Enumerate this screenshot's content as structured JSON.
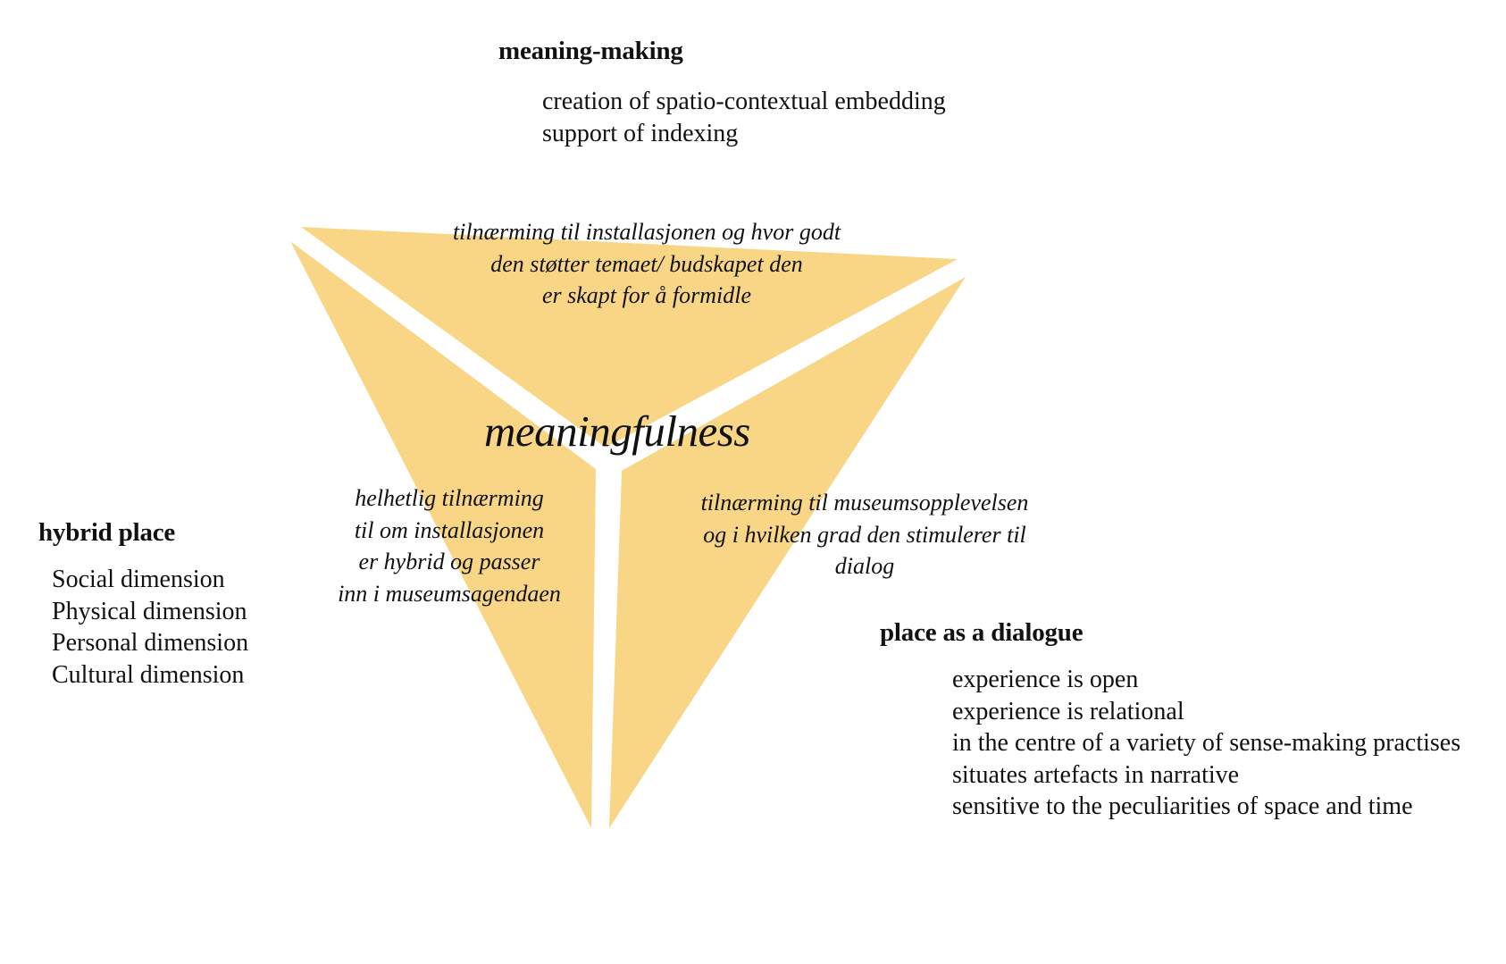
{
  "meaning_making": {
    "heading": "meaning-making",
    "items": [
      "creation of spatio-contextual embedding",
      "support of indexing"
    ]
  },
  "hybrid_place": {
    "heading": "hybrid place",
    "items": [
      "Social dimension",
      "Physical dimension",
      "Personal dimension",
      "Cultural dimension"
    ]
  },
  "place_as_dialogue": {
    "heading": "place as a dialogue",
    "items": [
      "experience is open",
      "experience is relational",
      "in the centre of a variety of sense-making practises",
      "situates artefacts in narrative",
      "sensitive to the peculiarities of space and time"
    ]
  },
  "triangle": {
    "center_label": "meaningfulness",
    "color": "#f8d686",
    "top_segment_lines": [
      "tilnærming til installasjonen og hvor godt",
      "den støtter temaet/ budskapet den",
      "er skapt for å formidle"
    ],
    "left_segment_lines": [
      "helhetlig tilnærming",
      "til om installasjonen",
      "er hybrid og passer",
      "inn i museumsagendaen"
    ],
    "right_segment_lines": [
      "tilnærming til museumsopplevelsen",
      "og i hvilken grad den stimulerer til",
      "dialog"
    ]
  }
}
